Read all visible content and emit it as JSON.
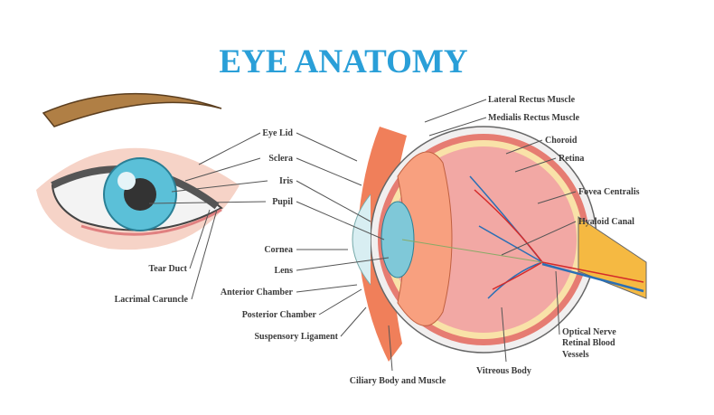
{
  "title": "EYE ANATOMY",
  "labels": {
    "eye_lid": "Eye Lid",
    "sclera": "Sclera",
    "iris": "Iris",
    "pupil": "Pupil",
    "cornea": "Cornea",
    "lens": "Lens",
    "anterior_chamber": "Anterior Chamber",
    "posterior_chamber": "Posterior Chamber",
    "suspensory_ligament": "Suspensory Ligament",
    "tear_duct": "Tear Duct",
    "lacrimal_caruncle": "Lacrimal Caruncle",
    "ciliary_body": "Ciliary Body and Muscle",
    "lateral_rectus": "Lateral Rectus Muscle",
    "medialis_rectus": "Medialis Rectus Muscle",
    "choroid": "Choroid",
    "retina": "Retina",
    "fovea": "Fovea Centralis",
    "hyaloid": "Hyaloid Canal",
    "optical_nerve_1": "Optical Nerve",
    "optical_nerve_2": "Retinal Blood",
    "optical_nerve_3": "Vessels",
    "vitreous": "Vitreous Body"
  },
  "colors": {
    "title": "#2a9fd8",
    "iris": "#5bc0d8",
    "vessel_red": "#d42a2a",
    "vessel_blue": "#2a6fb5",
    "nerve": "#f5b942"
  }
}
